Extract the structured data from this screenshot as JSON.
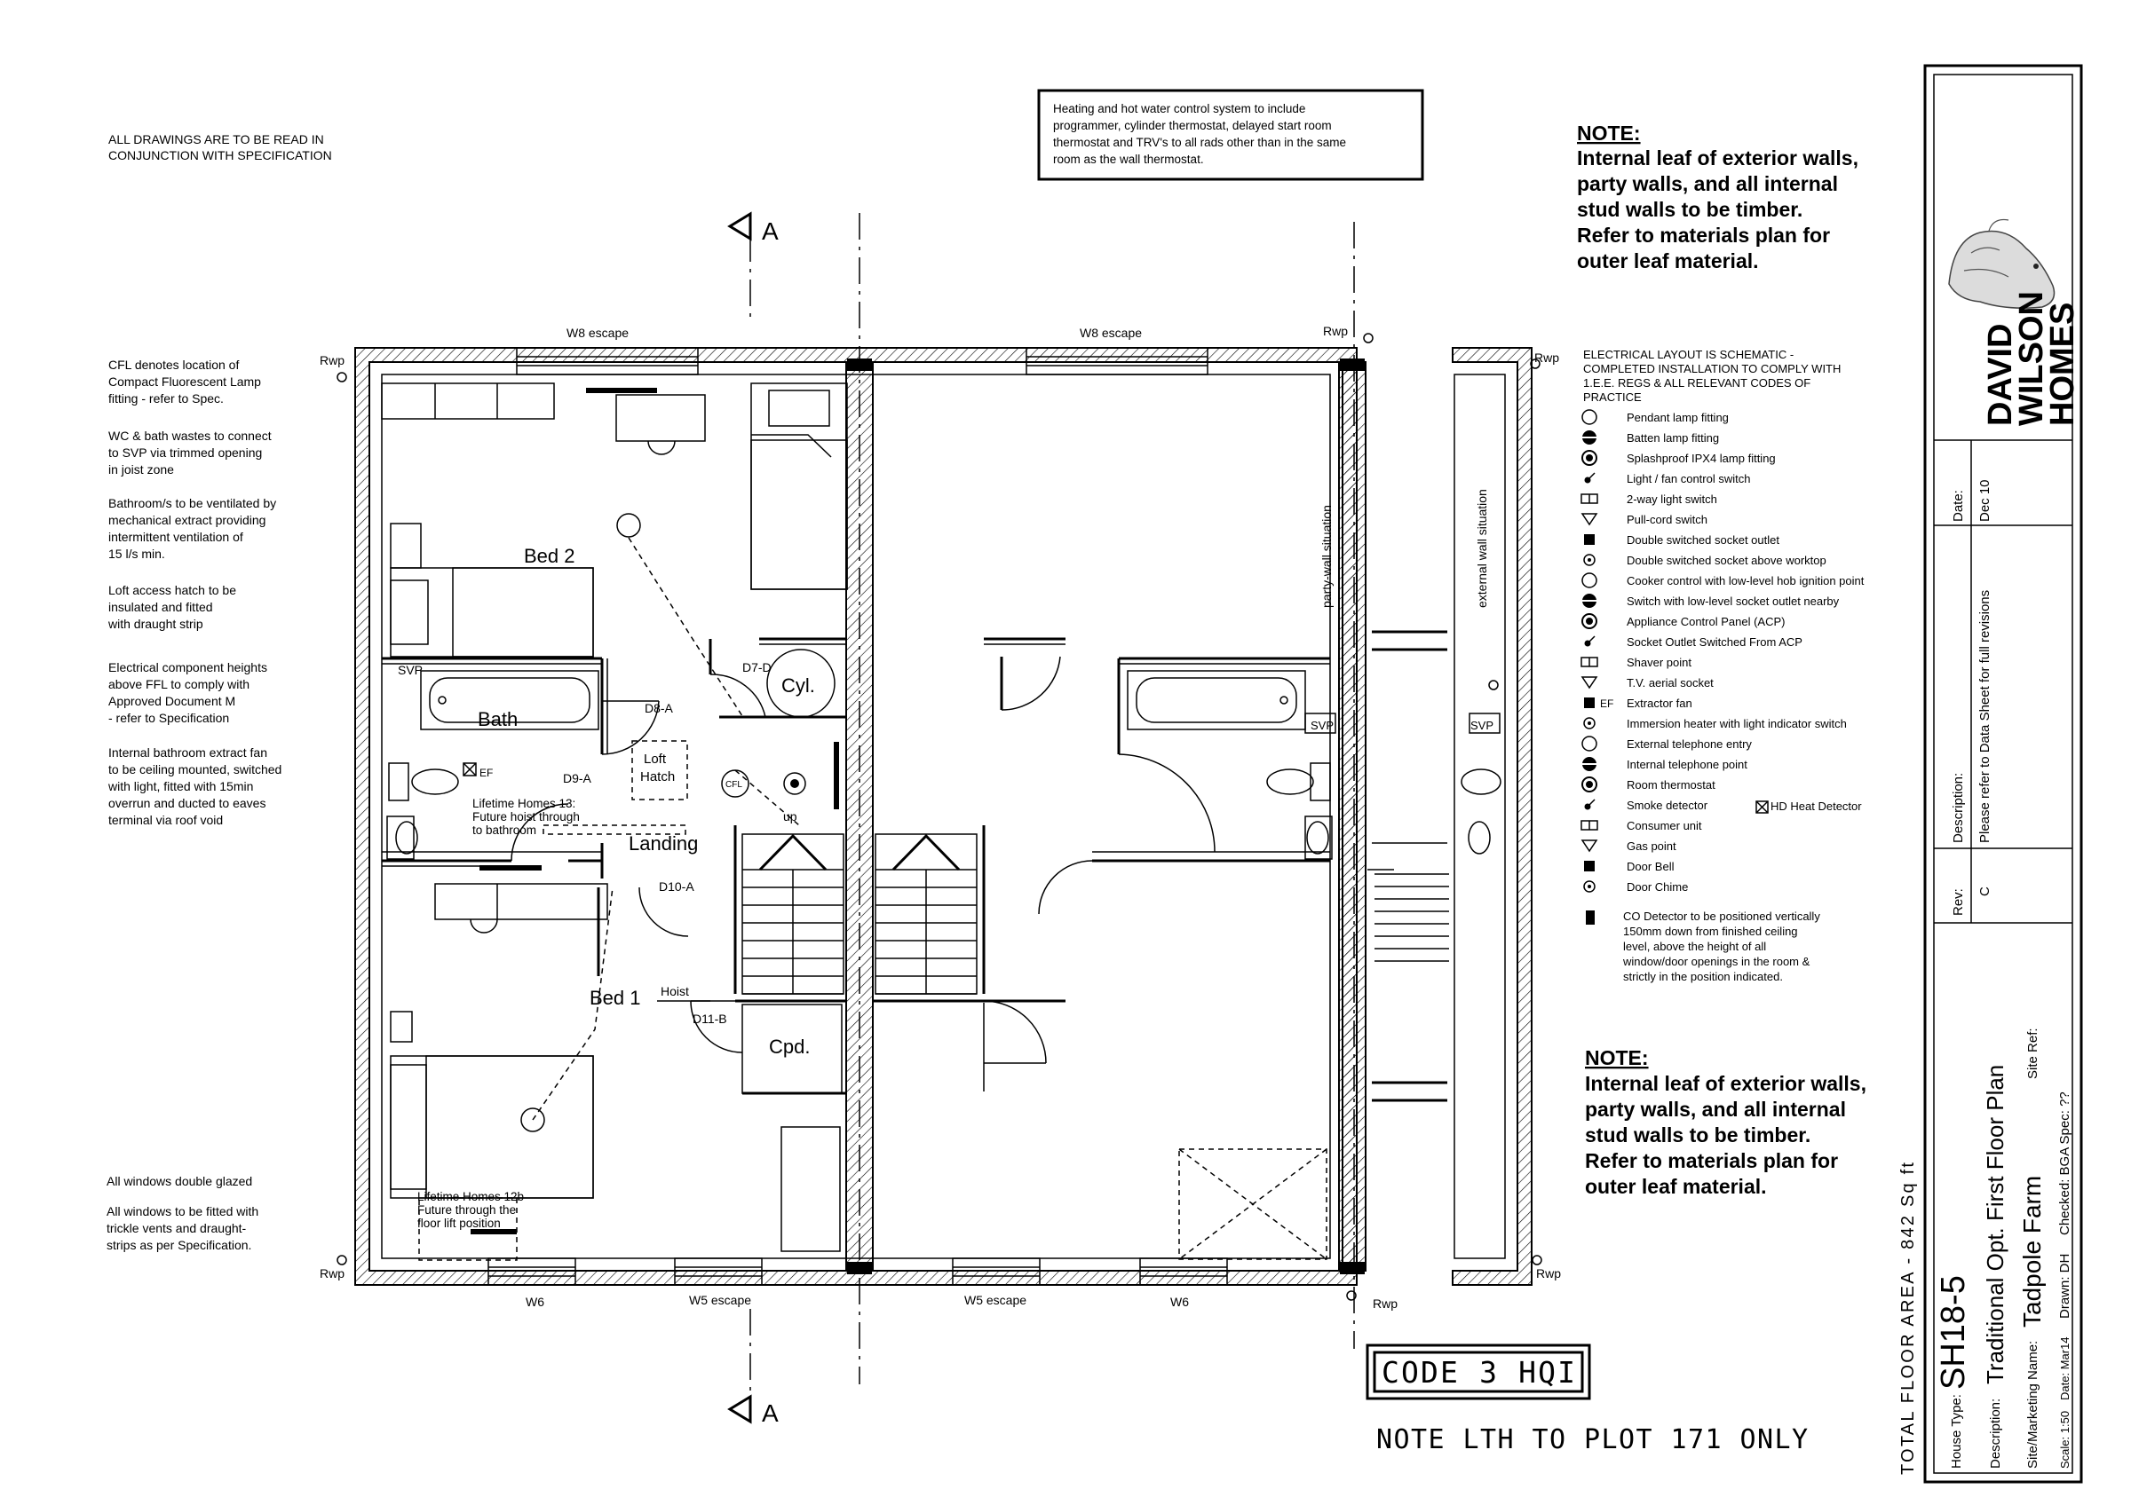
{
  "notes_left": {
    "read_with_spec": [
      "ALL DRAWINGS ARE TO BE READ IN",
      "CONJUNCTION WITH SPECIFICATION"
    ],
    "cfl": [
      "CFL denotes location of",
      "Compact Fluorescent Lamp",
      "fitting - refer to Spec."
    ],
    "wc": [
      "WC & bath wastes to connect",
      "to SVP via trimmed opening",
      "in joist zone"
    ],
    "bathroom_vent": [
      "Bathroom/s to be ventilated by",
      "mechanical extract providing",
      "intermittent ventilation of",
      "15 l/s min."
    ],
    "loft": [
      "Loft access hatch to be",
      "insulated and fitted",
      "with draught strip"
    ],
    "electrical": [
      "Electrical component heights",
      "above FFL to comply with",
      "Approved Document M",
      " - refer to Specification"
    ],
    "extract_fan": [
      "Internal bathroom extract fan",
      "to be ceiling mounted, switched",
      "with light, fitted with 15min",
      "overrun and ducted to eaves",
      "terminal via roof void"
    ],
    "glazing": [
      "All windows double glazed"
    ],
    "vents": [
      "All windows to be fitted with",
      "trickle vents and draught-",
      "strips as per Specification."
    ]
  },
  "heating_box": [
    "Heating and hot water control system to include",
    "programmer, cylinder thermostat, delayed start room",
    "thermostat and TRV's to all rads other than in the same",
    "room as the wall thermostat."
  ],
  "note_top": {
    "heading": "NOTE:",
    "lines": [
      "Internal leaf of exterior walls,",
      "party walls, and all internal",
      "stud walls to be timber.",
      "Refer to materials plan for",
      "outer leaf material."
    ]
  },
  "note_bottom": {
    "heading": "NOTE:",
    "lines": [
      "Internal leaf of exterior walls,",
      "party walls, and all internal",
      "stud walls to be timber.",
      "Refer to materials plan for",
      "outer leaf material."
    ]
  },
  "electrical_layout": {
    "intro": [
      "ELECTRICAL LAYOUT IS SCHEMATIC -",
      "COMPLETED INSTALLATION TO COMPLY WITH",
      "1.E.E. REGS & ALL RELEVANT CODES OF",
      "PRACTICE"
    ],
    "legend": [
      {
        "icon": "pendant-lamp-icon",
        "label": "Pendant lamp fitting"
      },
      {
        "icon": "batten-lamp-icon",
        "label": "Batten lamp fitting"
      },
      {
        "icon": "splashproof-lamp-icon",
        "label": "Splashproof IPX4 lamp fitting"
      },
      {
        "icon": "light-switch-icon",
        "label": "Light / fan control switch"
      },
      {
        "icon": "two-way-switch-icon",
        "label": "2-way light switch"
      },
      {
        "icon": "pull-cord-switch-icon",
        "label": "Pull-cord switch"
      },
      {
        "icon": "double-socket-icon",
        "label": "Double switched socket outlet"
      },
      {
        "icon": "worktop-socket-icon",
        "label": "Double switched socket above worktop"
      },
      {
        "icon": "cooker-control-icon",
        "label": "Cooker control with low-level hob ignition point"
      },
      {
        "icon": "switch-socket-icon",
        "label": "Switch with low-level socket outlet nearby"
      },
      {
        "icon": "acp-icon",
        "label": "Appliance Control Panel (ACP)"
      },
      {
        "icon": "acp-socket-icon",
        "label": "Socket Outlet Switched From ACP"
      },
      {
        "icon": "shaver-point-icon",
        "label": "Shaver point"
      },
      {
        "icon": "tv-aerial-icon",
        "label": "T.V. aerial socket"
      },
      {
        "icon": "extractor-fan-icon",
        "label": "Extractor fan"
      },
      {
        "icon": "immersion-heater-icon",
        "label": "Immersion heater with light indicator switch"
      },
      {
        "icon": "external-phone-icon",
        "label": "External telephone entry"
      },
      {
        "icon": "internal-phone-icon",
        "label": "Internal telephone point"
      },
      {
        "icon": "room-thermostat-icon",
        "label": "Room thermostat"
      },
      {
        "icon": "smoke-detector-icon",
        "label": "Smoke detector"
      },
      {
        "icon": "consumer-unit-icon",
        "label": "Consumer unit"
      },
      {
        "icon": "gas-point-icon",
        "label": "Gas point"
      },
      {
        "icon": "door-bell-icon",
        "label": "Door Bell"
      },
      {
        "icon": "door-chime-icon",
        "label": "Door Chime"
      }
    ],
    "ef_tag": "EF",
    "heat_detector": "HD  Heat Detector",
    "co_detector": [
      "CO Detector to be positioned vertically",
      "150mm down from finished ceiling",
      "level, above the height of all",
      "window/door openings in the room &",
      "strictly in the position indicated."
    ]
  },
  "plan_labels": {
    "section_a": "A",
    "w8_escape": "W8 escape",
    "w5_escape": "W5 escape",
    "w6": "W6",
    "rwp": "Rwp",
    "party_wall": "party-wall situation",
    "external_wall": "external wall situation",
    "bed2": "Bed 2",
    "bed1": "Bed 1",
    "bath": "Bath",
    "landing": "Landing",
    "cyl": "Cyl.",
    "cpd": "Cpd.",
    "loft_hatch": [
      "Loft",
      "Hatch"
    ],
    "cfl_tag": "CFL",
    "ef_tag": "EF",
    "up": "up",
    "svp": "SVP",
    "hoist": "Hoist",
    "d7a": "D7-D",
    "d8a": "D8-A",
    "d9a": "D9-A",
    "d10a": "D10-A",
    "d11b": "D11-B",
    "lth13": [
      "Lifetime Homes 13:",
      "Future hoist through",
      "to bathroom"
    ],
    "lth12b": [
      "Lifetime Homes 12b",
      "Future through the",
      "floor lift position"
    ]
  },
  "stamps": {
    "code": "CODE 3 HQI",
    "plot_note": "NOTE LTH TO PLOT 171 ONLY"
  },
  "title_block": {
    "total_area": "TOTAL FLOOR AREA - 842 Sq ft",
    "logo": [
      "DAVID",
      "WILSON",
      "HOMES"
    ],
    "date_label": "Date:",
    "date_value": "Dec 10",
    "description_label": "Description:",
    "description_value": "Please refer to Data Sheet for full revisions",
    "rev_label": "Rev:",
    "rev_value": "C",
    "house_type_label": "House Type:",
    "house_type_value": "SH18-5",
    "desc2_label": "Description:",
    "desc2_value": "Traditional Opt. First Floor Plan",
    "site_label": "Site/Marketing Name:",
    "site_value": "Tadpole Farm",
    "site_ref": "Site Ref:",
    "scale": "Scale: 1:50",
    "date2": "Date: Mar14",
    "drawn": "Drawn: DH",
    "checked": "Checked: BGA Spec: ??"
  }
}
